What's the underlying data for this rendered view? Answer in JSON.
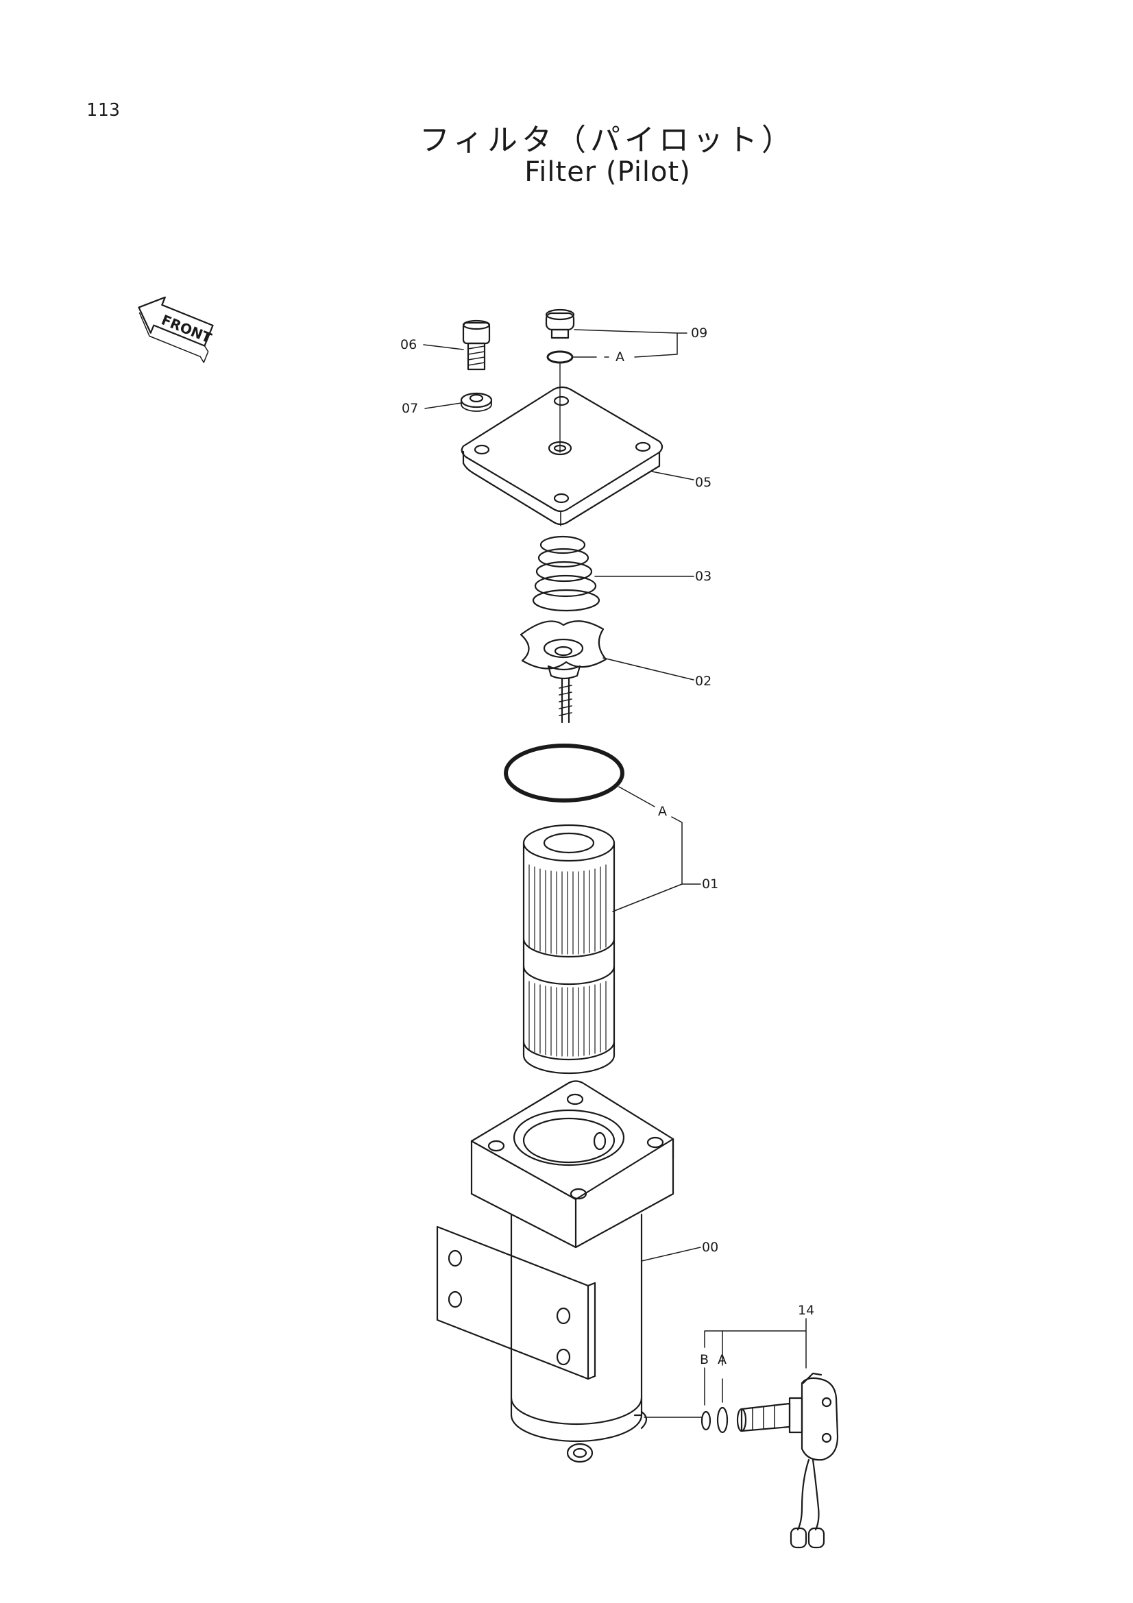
{
  "page": {
    "number": "113"
  },
  "title": {
    "japanese": "フィルタ（パイロット）",
    "english": "Filter (Pilot)"
  },
  "front_indicator": {
    "label": "FRONT"
  },
  "callouts": {
    "p06": "06",
    "p07": "07",
    "p09": "09",
    "p05": "05",
    "p03": "03",
    "p02": "02",
    "p01": "01",
    "p00": "00",
    "p14": "14",
    "kit_a_top": "A",
    "kit_a_mid": "A",
    "kit_b_low": "B",
    "kit_a_low": "A"
  }
}
